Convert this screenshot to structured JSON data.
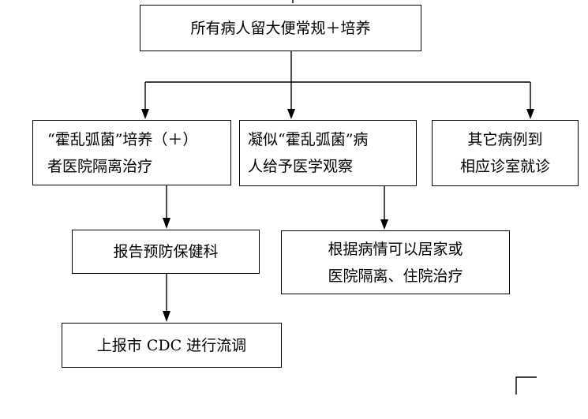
{
  "nodes": {
    "top": "所有病人留大便常规＋培养",
    "positive": [
      "“霍乱弧菌”培养（＋）",
      "者医院隔离治疗"
    ],
    "suspected": [
      "凝似“霍乱弧菌”病",
      "人给予医学观察"
    ],
    "other": [
      "其它病例到",
      "相应诊室就诊"
    ],
    "report": "报告预防保健科",
    "home": [
      "根据病情可以居家或",
      "医院隔离、住院治疗"
    ],
    "cdc": "上报市 CDC 进行流调"
  }
}
